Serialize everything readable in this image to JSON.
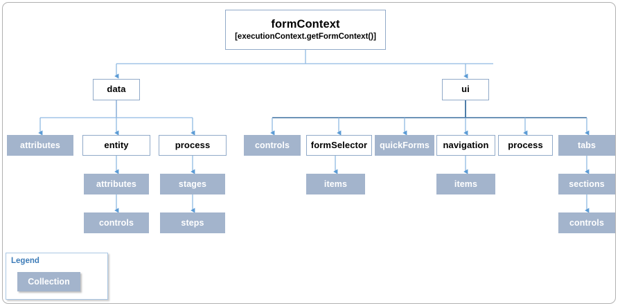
{
  "diagram": {
    "title_node": {
      "label": "formContext",
      "sublabel": "[executionContext.getFormContext()]"
    },
    "level2": [
      {
        "label": "data"
      },
      {
        "label": "ui"
      }
    ],
    "data_children": [
      {
        "label": "attributes",
        "kind": "collection"
      },
      {
        "label": "entity",
        "kind": "plain"
      },
      {
        "label": "process",
        "kind": "plain"
      }
    ],
    "entity_chain": [
      {
        "label": "attributes",
        "kind": "collection"
      },
      {
        "label": "controls",
        "kind": "collection"
      }
    ],
    "process_chain": [
      {
        "label": "stages",
        "kind": "collection"
      },
      {
        "label": "steps",
        "kind": "collection"
      }
    ],
    "ui_children": [
      {
        "label": "controls",
        "kind": "collection"
      },
      {
        "label": "formSelector",
        "kind": "plain"
      },
      {
        "label": "quickForms",
        "kind": "collection"
      },
      {
        "label": "navigation",
        "kind": "plain"
      },
      {
        "label": "process",
        "kind": "plain"
      },
      {
        "label": "tabs",
        "kind": "collection"
      }
    ],
    "formselector_chain": [
      {
        "label": "items",
        "kind": "collection"
      }
    ],
    "navigation_chain": [
      {
        "label": "items",
        "kind": "collection"
      }
    ],
    "tabs_chain": [
      {
        "label": "sections",
        "kind": "collection"
      },
      {
        "label": "controls",
        "kind": "collection"
      }
    ]
  },
  "legend": {
    "title": "Legend",
    "swatch_label": "Collection"
  },
  "colors": {
    "collection_fill": "#a3b4cc",
    "node_border": "#90a9c8",
    "connector": "#7fabdb",
    "connector_dark": "#3a6f9f",
    "legend_title": "#3d7cb8",
    "frame_border": "#b0b0b0"
  }
}
